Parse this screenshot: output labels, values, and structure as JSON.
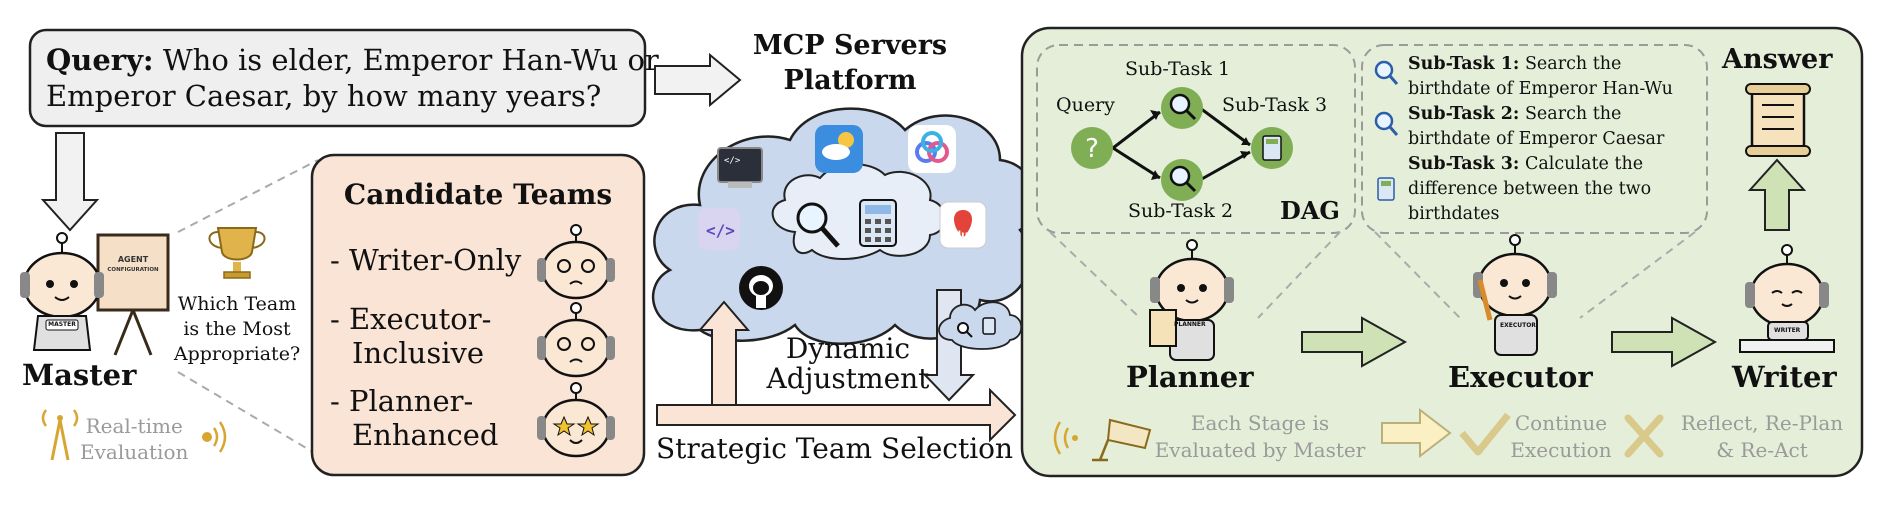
{
  "query": {
    "label": "Query:",
    "text1": "Who is elder, Emperor Han-Wu or",
    "text2": "Emperor Caesar, by how many years?"
  },
  "master": {
    "label": "Master",
    "board_line1": "AGENT",
    "board_line2": "CONFIGURATION",
    "badge": "MASTER",
    "question": [
      "Which Team",
      "is the Most",
      "Appropriate?"
    ],
    "eval_line1": "Real-time",
    "eval_line2": "Evaluation"
  },
  "candidates": {
    "title": "Candidate Teams",
    "items": [
      {
        "line1": "- Writer-Only",
        "line2": ""
      },
      {
        "line1": "- Executor-",
        "line2": "Inclusive"
      },
      {
        "line1": "- Planner-",
        "line2": "Enhanced"
      }
    ]
  },
  "mcp": {
    "title1": "MCP Servers",
    "title2": "Platform",
    "dyn1": "Dynamic",
    "dyn2": "Adjustment",
    "strategic": "Strategic Team Selection",
    "icons": [
      "terminal-icon",
      "weather-icon",
      "app-icon",
      "code-icon",
      "search-icon",
      "calculator-icon",
      "map-icon",
      "github-icon"
    ],
    "map_badge": "du"
  },
  "dag": {
    "label": "DAG",
    "query": "Query",
    "st1": "Sub-Task 1",
    "st2": "Sub-Task 2",
    "st3": "Sub-Task 3"
  },
  "subtasks": [
    {
      "head": "Sub-Task 1:",
      "l1": "Search the",
      "l2": "birthdate of Emperor Han-Wu",
      "l3": ""
    },
    {
      "head": "Sub-Task 2:",
      "l1": "Search the",
      "l2": "birthdate of Emperor Caesar",
      "l3": ""
    },
    {
      "head": "Sub-Task 3:",
      "l1": "Calculate the",
      "l2": "difference between the two",
      "l3": "birthdates"
    }
  ],
  "agents": {
    "planner": "Planner",
    "planner_badge": "PLANNER",
    "executor": "Executor",
    "executor_badge": "EXECUTOR",
    "writer": "Writer",
    "writer_badge": "WRITER",
    "answer": "Answer"
  },
  "bottom": {
    "each1": "Each Stage is",
    "each2": "Evaluated by Master",
    "cont1": "Continue",
    "cont2": "Execution",
    "refl1": "Reflect, Re-Plan",
    "refl2": "& Re-Act"
  },
  "colors": {
    "peach": "#f9e4d6",
    "green_panel": "#e4eed8",
    "cloud": "#c9d8ec",
    "node_green": "#7fae55",
    "arrow_green": "#cfe2b6",
    "gold": "#d9a531"
  }
}
